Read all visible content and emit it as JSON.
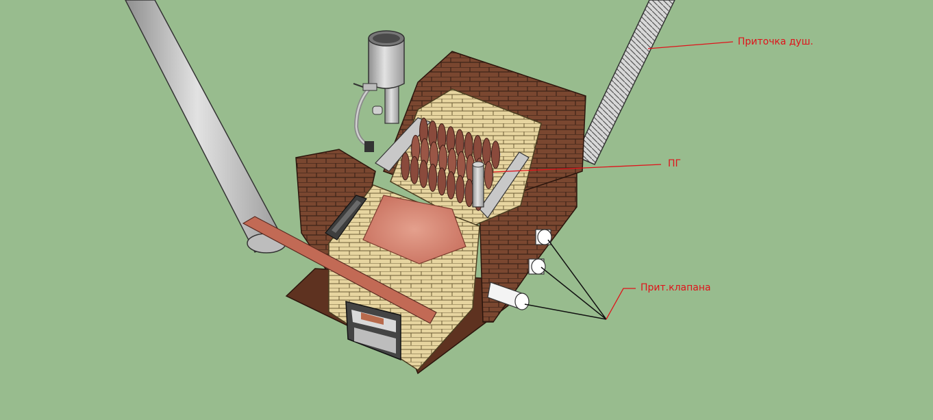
{
  "colors": {
    "background": "#98bc8e",
    "brick": "#7a4730",
    "brick_dark": "#5a3322",
    "firebrick": "#e7d5a0",
    "firebrick_dark": "#c9b47a",
    "metal": "#c8c8c8",
    "metal_dark": "#8e8e8e",
    "coil": "#8a4a3c",
    "hearth": "#d98a78",
    "annotation": "#e0121a"
  },
  "annotations": {
    "supply_shower": "Приточка душ.",
    "pg": "ПГ",
    "supply_valves": "Прит.клапана"
  },
  "icons": {
    "chimney": "chimney-pipe-icon",
    "boiler": "water-tank-icon",
    "valve": "valve-icon"
  }
}
